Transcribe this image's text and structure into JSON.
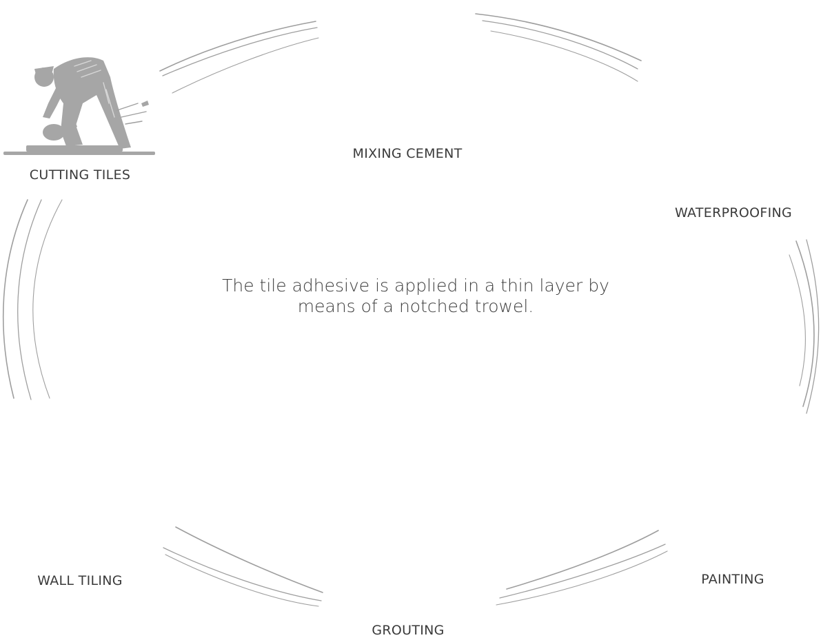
{
  "description_text": "The tile adhesive is applied in a thin layer by means of a notched trowel.",
  "steps": [
    {
      "label": "CUTTING TILES",
      "icon": "worker-cutting-tiles-icon"
    },
    {
      "label": "MIXING CEMENT",
      "icon": "worker-mixing-cement-icon"
    },
    {
      "label": "WATERPROOFING",
      "icon": "worker-waterproofing-icon"
    },
    {
      "label": "PAINTING",
      "icon": "worker-painting-icon"
    },
    {
      "label": "GROUTING",
      "icon": "worker-grouting-icon"
    },
    {
      "label": "WALL TILING",
      "icon": "worker-wall-tiling-icon"
    }
  ],
  "colors": {
    "illustration": "#a6a6a6",
    "text": "#3a3a3a",
    "background": "#ffffff"
  }
}
